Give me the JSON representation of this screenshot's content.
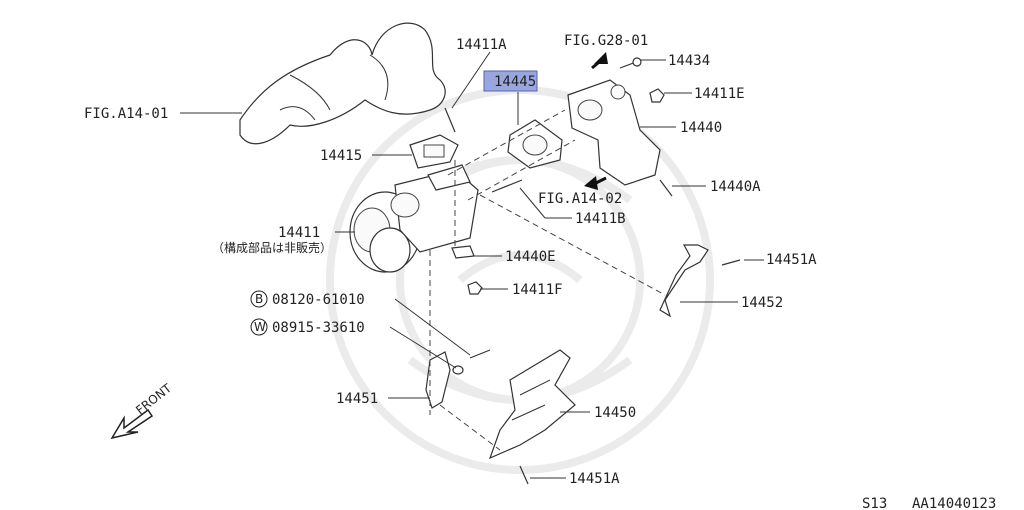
{
  "diagram": {
    "labels": {
      "fig_g28": "FIG.G28-01",
      "p14411a": "14411A",
      "p14445": "14445",
      "p14434": "14434",
      "p14411e": "14411E",
      "fig_a14_01": "FIG.A14-01",
      "p14440": "14440",
      "p14415": "14415",
      "fig_a14_02": "FIG.A14-02",
      "p14440a": "14440A",
      "p14411b": "14411B",
      "p14411": "14411",
      "p14411_note": "（構成部品は非販売）",
      "p14440e": "14440E",
      "p14451a_top": "14451A",
      "p14411f": "14411F",
      "p14452": "14452",
      "b_code": "08120-61010",
      "b_mark": "B",
      "w_code": "08915-33610",
      "w_mark": "W",
      "p14451": "14451",
      "p14450": "14450",
      "p14451a_bottom": "14451A",
      "front": "FRONT",
      "footer_model": "S13",
      "footer_code": "AA14040123"
    },
    "highlight_color": "#9aa7df"
  }
}
